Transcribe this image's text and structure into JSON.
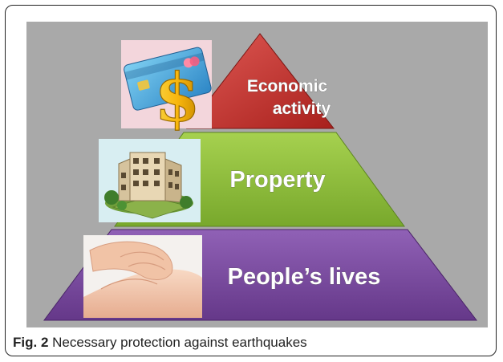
{
  "diagram": {
    "tiers": [
      {
        "label": "Economic activity",
        "line1": "Economic",
        "line2": "activity",
        "color": "#c0302b"
      },
      {
        "label": "Property",
        "color": "#8cbc3c"
      },
      {
        "label": "People’s lives",
        "color": "#7a4a9e"
      }
    ],
    "icons": [
      "credit-card-dollar-icon",
      "apartment-building-icon",
      "baby-hand-icon"
    ]
  },
  "caption": {
    "fig": "Fig. 2",
    "text": "Necessary protection against earthquakes"
  }
}
